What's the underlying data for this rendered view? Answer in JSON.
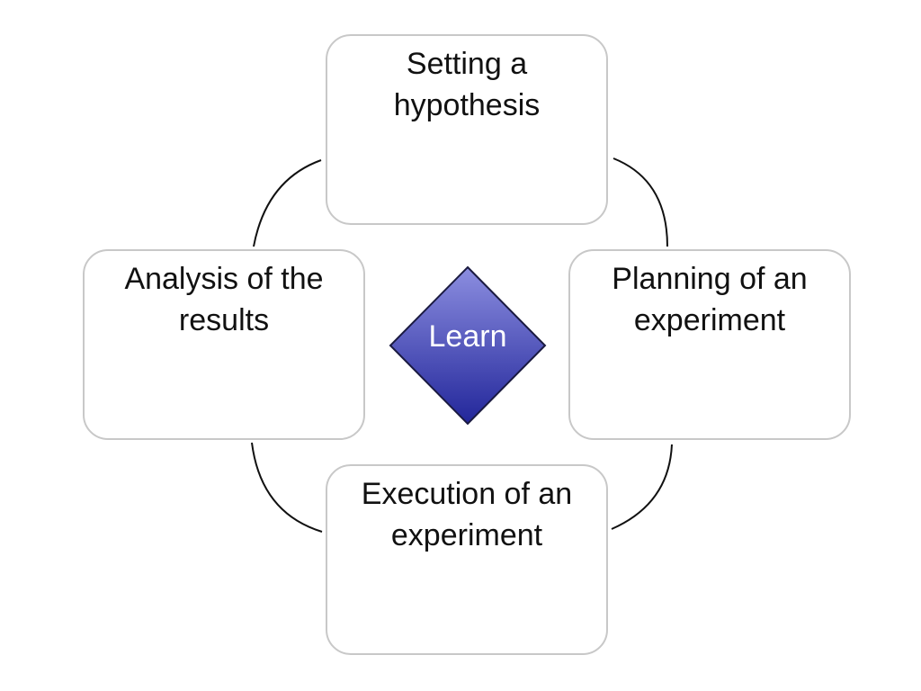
{
  "diagram": {
    "steps": [
      {
        "label": "Setting a hypothesis"
      },
      {
        "label": "Planning of an experiment"
      },
      {
        "label": "Execution of an experiment"
      },
      {
        "label": "Analysis of the results"
      }
    ],
    "center": {
      "label": "Learn"
    }
  },
  "colors": {
    "box_border": "#c8c8c8",
    "connector": "#111111",
    "diamond_top": "#8c8ee0",
    "diamond_bottom": "#22269a",
    "diamond_stroke": "#1a1a40",
    "text": "#111111",
    "center_text": "#ffffff"
  }
}
